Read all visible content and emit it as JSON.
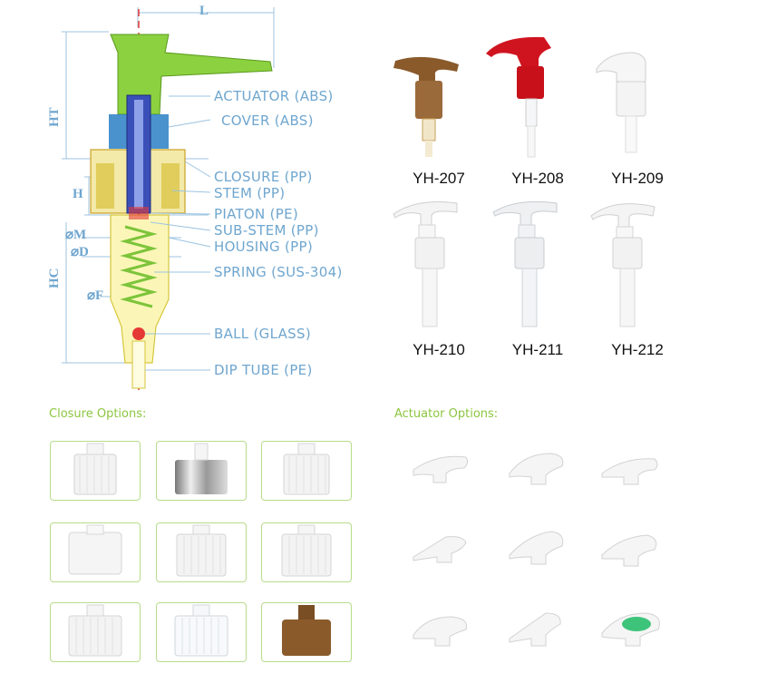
{
  "diagram": {
    "dimensions": {
      "L": "L",
      "HT": "HT",
      "H": "H",
      "M": "⌀M",
      "D": "⌀D",
      "HC": "HC",
      "F": "⌀F"
    },
    "parts": [
      "ACTUATOR (ABS)",
      "COVER (ABS)",
      "CLOSURE (PP)",
      "STEM (PP)",
      "PIATON (PE)",
      "SUB-STEM (PP)",
      "HOUSING (PP)",
      "SPRING (SUS-304)",
      "BALL (GLASS)",
      "DIP TUBE (PE)"
    ],
    "colors": {
      "label": "#6fa6cf",
      "actuator": "#8cd13f",
      "stem": "#3b4fb8",
      "closure": "#c9a227",
      "spring": "#7cc43a",
      "ball": "#e53935"
    }
  },
  "models": [
    {
      "code": "YH-207",
      "color": "#8a5a2b"
    },
    {
      "code": "YH-208",
      "color": "#d0141f"
    },
    {
      "code": "YH-209",
      "color": "#f4f4f4"
    },
    {
      "code": "YH-210",
      "color": "#f4f4f4"
    },
    {
      "code": "YH-211",
      "color": "#eef0f2"
    },
    {
      "code": "YH-212",
      "color": "#f4f4f4"
    }
  ],
  "closure_options": {
    "title": "Closure Options:",
    "items": [
      "ribbed-white",
      "chrome-silver",
      "ribbed-white",
      "smooth-white",
      "ribbed-white",
      "ribbed-white",
      "ribbed-white",
      "clear-ribbed",
      "brown-smooth"
    ]
  },
  "actuator_options": {
    "title": "Actuator Options:",
    "items": [
      "flat-white",
      "rounded-white",
      "curved-white",
      "angled-white",
      "teardrop-white",
      "rounded-white",
      "round-white",
      "pointed-white",
      "green-dot-white"
    ]
  }
}
